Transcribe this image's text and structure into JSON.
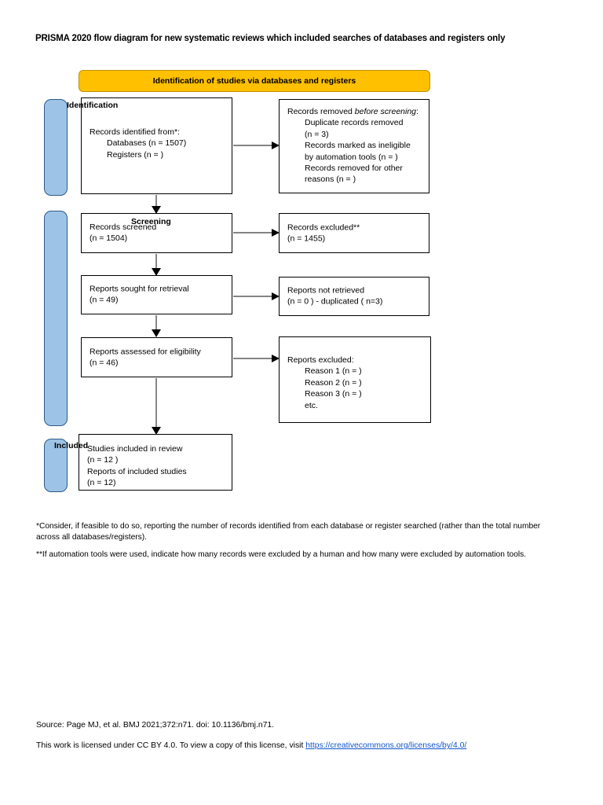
{
  "page": {
    "title": "PRISMA 2020 flow diagram for new systematic reviews which included searches of databases and registers only"
  },
  "colors": {
    "banner": "#FFC000",
    "stage_bar": "#9DC3E6",
    "stage_bar_border": "#2E5B86",
    "box_border": "#000000",
    "link": "#1155cc"
  },
  "banner": {
    "identification": "Identification of studies via databases and registers"
  },
  "stages": [
    {
      "key": "identification",
      "label": "Identification"
    },
    {
      "key": "screening",
      "label": "Screening"
    },
    {
      "key": "included",
      "label": "Included"
    }
  ],
  "boxes": {
    "identified": {
      "line1": "Records identified from*:",
      "line2": "Databases (n = 1507)",
      "line3": "Registers (n = )"
    },
    "removed": {
      "line1a": "Records removed ",
      "line1b": "before screening",
      "line1c": ":",
      "line2": "Duplicate records removed",
      "line3": "(n = 3)",
      "line4": "Records marked as ineligible",
      "line5": "by automation tools (n = )",
      "line6": "Records removed for other",
      "line7": "reasons (n = )"
    },
    "screened": {
      "line1": "Records screened",
      "line2": "(n = 1504)"
    },
    "excluded": {
      "line1": "Records excluded**",
      "line2": "(n = 1455)"
    },
    "sought": {
      "line1": "Reports sought for retrieval",
      "line2": "(n = 49)"
    },
    "not_retrieved": {
      "line1": "Reports not retrieved",
      "line2": "(n = 0 ) - duplicated ( n=3)"
    },
    "assessed": {
      "line1": "Reports assessed for eligibility",
      "line2": "(n = 46)"
    },
    "reports_excluded": {
      "line1": "Reports excluded:",
      "line2": "Reason 1 (n = )",
      "line3": "Reason 2 (n = )",
      "line4": "Reason 3 (n = )",
      "line5": "etc."
    },
    "included": {
      "line1": "Studies included in review",
      "line2": "(n = 12 )",
      "line3": "Reports of included studies",
      "line4": "(n = 12)"
    }
  },
  "footnotes": {
    "one": "*Consider, if feasible to do so, reporting the number of records identified from each database or register searched (rather than the total number across all databases/registers).",
    "two": "**If automation tools were used, indicate how many records were excluded by a human and how many were excluded by automation tools."
  },
  "footer": {
    "source": "Source: Page MJ, et al. BMJ 2021;372:n71. doi: 10.1136/bmj.n71.",
    "license_prefix": "This work is licensed under CC BY 4.0. To view a copy of this license, visit ",
    "license_url": "https://creativecommons.org/licenses/by/4.0/"
  }
}
